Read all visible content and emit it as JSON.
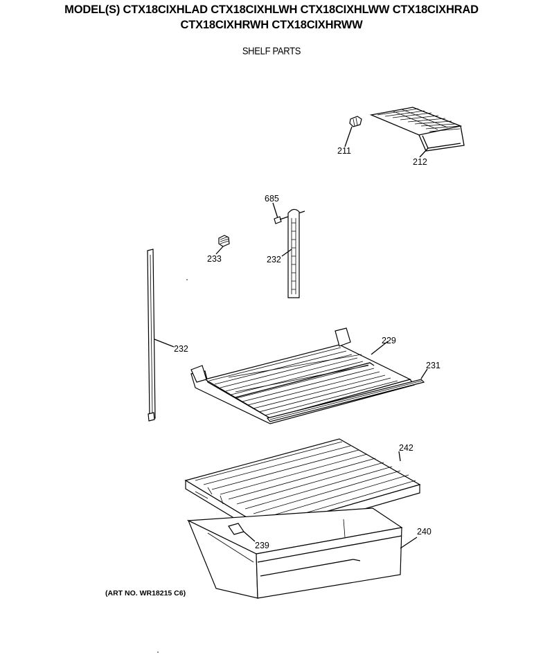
{
  "header": {
    "models_line1": "MODEL(S) CTX18CIXHLAD  CTX18CIXHLWH  CTX18CIXHLWW  CTX18CIXHRAD",
    "models_line2": "CTX18CIXHRWH  CTX18CIXHRWW",
    "section_title": "SHELF PARTS"
  },
  "parts": {
    "p211": "211",
    "p212": "212",
    "p685": "685",
    "p233": "233",
    "p232a": "232",
    "p232b": "232",
    "p229": "229",
    "p231": "231",
    "p242": "242",
    "p240": "240",
    "p239": "239"
  },
  "art_number": "(ART NO. WR18215 C6)"
}
